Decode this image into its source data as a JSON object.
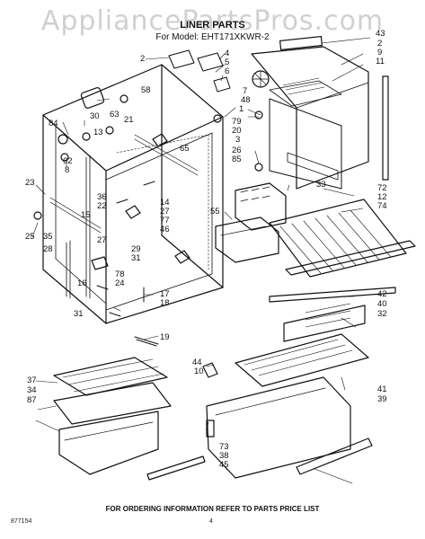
{
  "watermark": "AppliancePartsPros.com",
  "title": "LINER PARTS",
  "model_line": "For Model: EHT171XKWR-2",
  "footer_note": "FOR ORDERING INFORMATION REFER TO PARTS PRICE LIST",
  "doc_code": "877154",
  "page_number": "4",
  "part_numbers": [
    "43",
    "2",
    "9",
    "11",
    "2",
    "4",
    "5",
    "6",
    "7",
    "48",
    "1",
    "58",
    "63",
    "30",
    "21",
    "84",
    "13",
    "79",
    "20",
    "3",
    "65",
    "62",
    "8",
    "26",
    "85",
    "23",
    "36",
    "22",
    "15",
    "14",
    "27",
    "77",
    "46",
    "33",
    "72",
    "12",
    "74",
    "55",
    "25",
    "35",
    "28",
    "27",
    "29",
    "31",
    "78",
    "24",
    "16",
    "17",
    "18",
    "19",
    "31",
    "42",
    "40",
    "32",
    "44",
    "10",
    "41",
    "39",
    "37",
    "34",
    "87",
    "73",
    "38",
    "45"
  ],
  "colors": {
    "ink": "#111111",
    "paper": "#ffffff",
    "watermark": "#969696"
  }
}
